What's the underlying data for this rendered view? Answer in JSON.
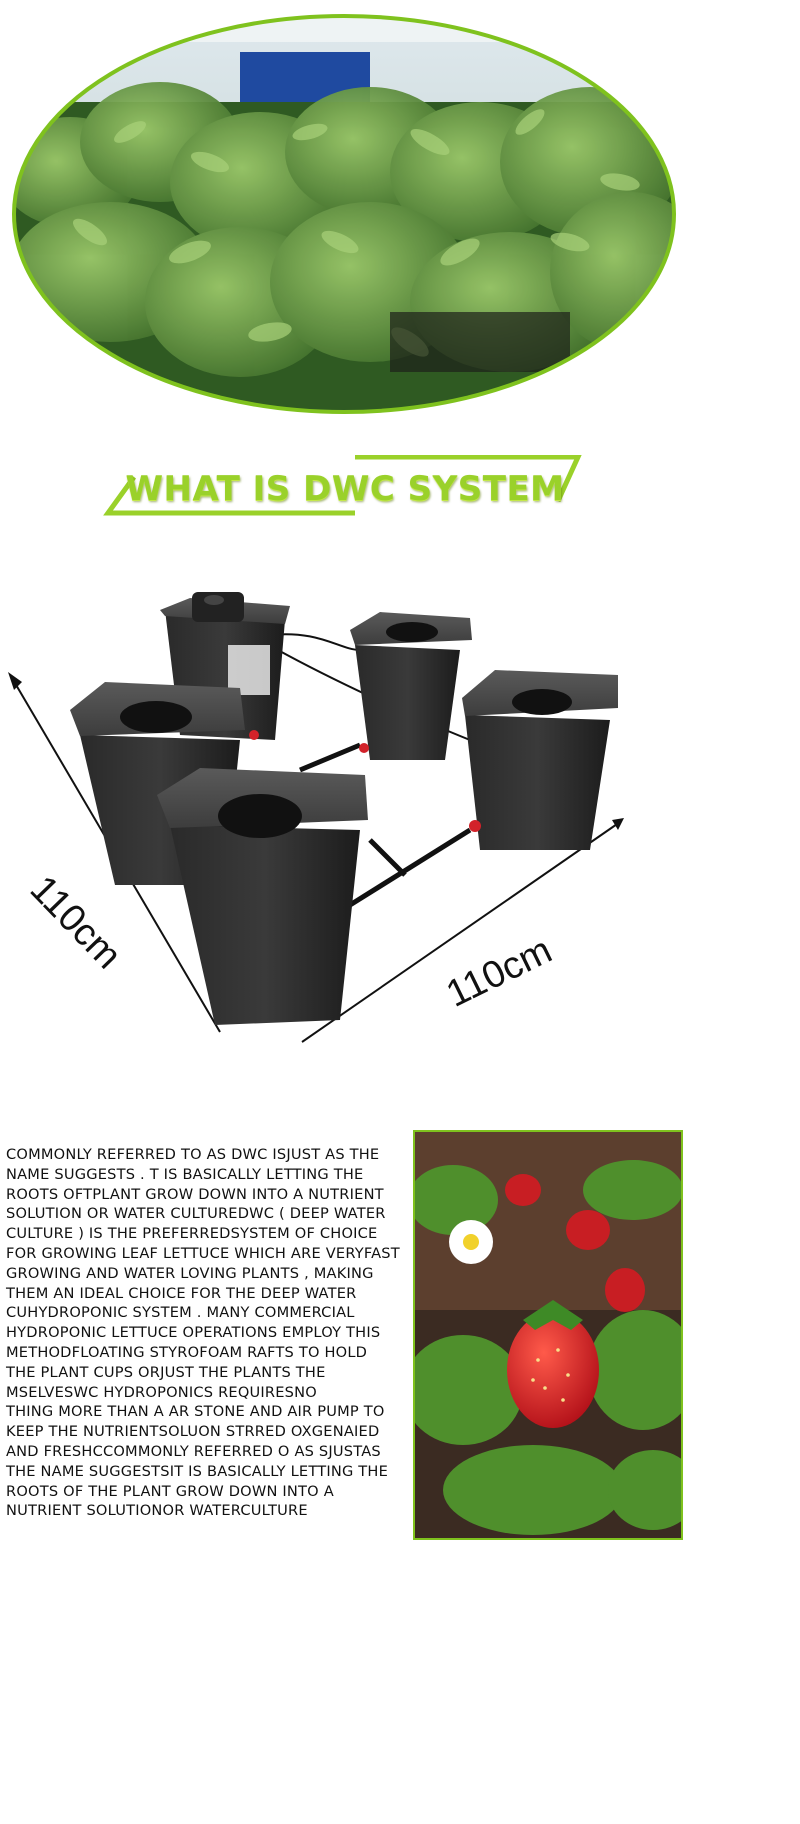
{
  "hero_image": {
    "alt": ""
  },
  "section": {
    "title": "WHAT IS DWC SYSTEM"
  },
  "dimensions": {
    "depth_label": "110cm",
    "width_label": "110cm"
  },
  "description": {
    "text": "COMMONLY REFERRED TO AS DWC ISJUST AS THE\nNAME SUGGESTS . T IS BASICALLY LETTING THE\nROOTS OFTPLANT GROW DOWN INTO A NUTRIENT\nSOLUTION OR WATER CULTUREDWC ( DEEP WATER\nCULTURE ) IS THE PREFERREDSYSTEM OF CHOICE\nFOR GROWING LEAF LETTUCE WHICH ARE VERYFAST\nGROWING AND WATER LOVING PLANTS , MAKING\nTHEM AN IDEAL CHOICE FOR THE DEEP WATER\nCUHYDROPONIC SYSTEM . MANY COMMERCIAL\nHYDROPONIC LETTUCE OPERATIONS EMPLOY THIS\nMETHODFLOATING STYROFOAM RAFTS TO HOLD\nTHE PLANT CUPS ORJUST THE PLANTS THE\nMSELVESWC HYDROPONICS REQUIRESNO\nTHING MORE THAN A AR STONE AND AIR PUMP TO\nKEEP THE NUTRIENTSOLUON STRRED OXGENAIED\nAND FRESHCCOMMONLY REFERRED O AS SJUSTAS\nTHE NAME SUGGESTSIT IS BASICALLY LETTING THE\nROOTS OF THE PLANT GROW DOWN INTO A\nNUTRIENT SOLUTIONOR WATERCULTURE"
  },
  "colors": {
    "accent": "#9ad12a",
    "accent_dark": "#6d9a12",
    "border": "#7fc21e"
  }
}
